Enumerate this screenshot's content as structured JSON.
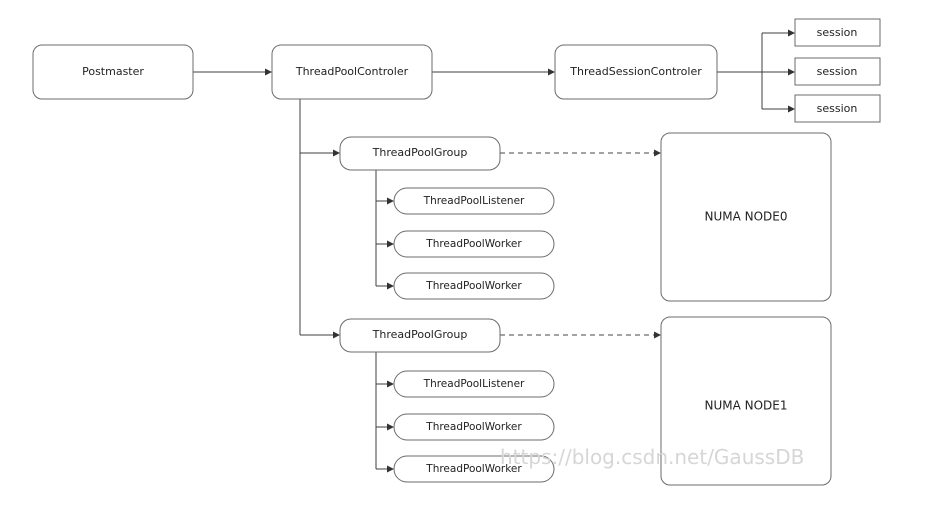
{
  "nodes": {
    "postmaster": "Postmaster",
    "thread_pool_controller": "ThreadPoolControler",
    "thread_session_controller": "ThreadSessionControler",
    "sessions": [
      "session",
      "session",
      "session"
    ],
    "groups": [
      {
        "label": "ThreadPoolGroup",
        "listener": "ThreadPoolListener",
        "workers": [
          "ThreadPoolWorker",
          "ThreadPoolWorker"
        ],
        "numa_node": "NUMA NODE0"
      },
      {
        "label": "ThreadPoolGroup",
        "listener": "ThreadPoolListener",
        "workers": [
          "ThreadPoolWorker",
          "ThreadPoolWorker"
        ],
        "numa_node": "NUMA NODE1"
      }
    ]
  },
  "watermark": "https://blog.csdn.net/GaussDB"
}
